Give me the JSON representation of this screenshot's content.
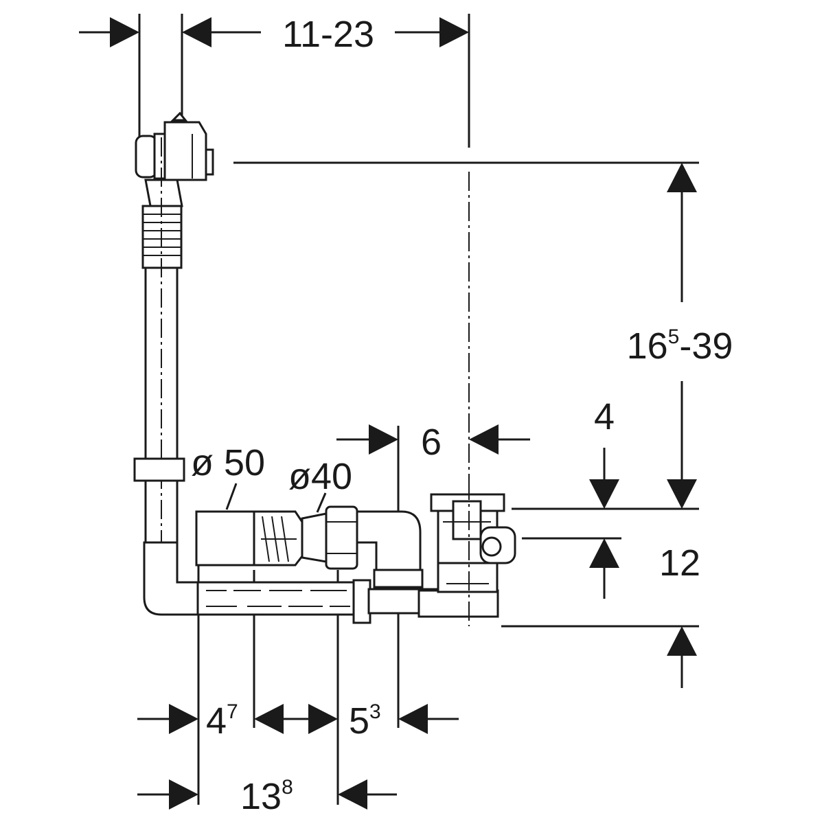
{
  "labels": {
    "top_width": "11-23",
    "height_main": "16",
    "height_main_sup": "5",
    "height_main_tail": "-39",
    "drain_offset": "6",
    "rim_offset": "4",
    "drain_height": "12",
    "diameter_50": "ø 50",
    "diameter_40": "ø40",
    "bottom_left": "4",
    "bottom_left_sup": "7",
    "bottom_right": "5",
    "bottom_right_sup": "3",
    "bottom_total": "13",
    "bottom_total_sup": "8"
  },
  "colors": {
    "ink": "#1a1a1a",
    "background": "#ffffff"
  }
}
